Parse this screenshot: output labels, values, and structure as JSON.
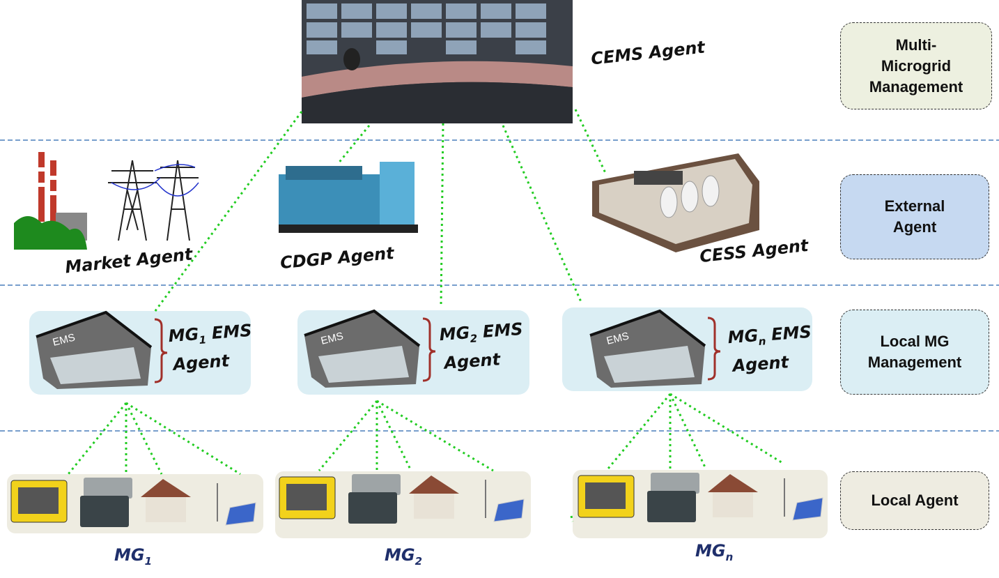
{
  "layers": [
    {
      "label": "Multi-Microgrid Management",
      "lines": [
        "Multi-",
        "Microgrid",
        "Management"
      ],
      "color": "#edf0e0"
    },
    {
      "label": "External Agent",
      "lines": [
        "External",
        "Agent"
      ],
      "color": "#c6d9f1"
    },
    {
      "label": "Local MG Management",
      "lines": [
        "Local MG",
        "Management"
      ],
      "color": "#dbeef4"
    },
    {
      "label": "Local Agent",
      "lines": [
        "Local Agent"
      ],
      "color": "#eeece1"
    }
  ],
  "agents": {
    "cems": "CEMS Agent",
    "market": "Market Agent",
    "cdgp": "CDGP Agent",
    "cess": "CESS Agent"
  },
  "ems": [
    {
      "prefix": "MG",
      "sub": "1",
      "suffix": " EMS",
      "line2": "Agent",
      "badge": "EMS"
    },
    {
      "prefix": "MG",
      "sub": "2",
      "suffix": " EMS",
      "line2": "Agent",
      "badge": "EMS"
    },
    {
      "prefix": "MG",
      "sub": "n",
      "suffix": " EMS",
      "line2": "Agent",
      "badge": "EMS"
    }
  ],
  "microgrids": [
    {
      "prefix": "MG",
      "sub": "1"
    },
    {
      "prefix": "MG",
      "sub": "2"
    },
    {
      "prefix": "MG",
      "sub": "n"
    }
  ],
  "colors": {
    "link": "#22cc22",
    "divider": "#4a7ebb",
    "brace": "#a0302a",
    "ems_box": "#dbeef4",
    "local_box": "#eeece1"
  }
}
